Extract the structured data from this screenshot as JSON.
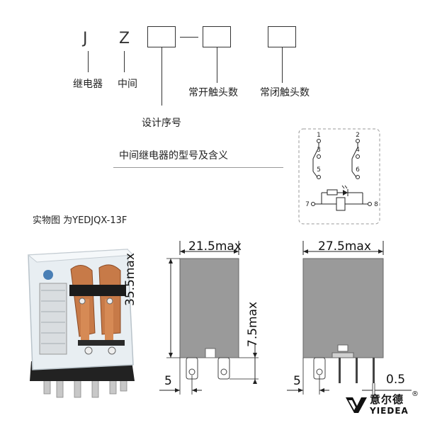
{
  "model_code": {
    "letters": [
      "J",
      "Z"
    ],
    "separator": "—",
    "labels": {
      "relay": "继电器",
      "intermediate": "中间",
      "design_serial": "设计序号",
      "no_contacts": "常开触头数",
      "nc_contacts": "常闭触头数"
    },
    "caption": "中间继电器的型号及含义"
  },
  "schematic": {
    "pins": [
      "1",
      "2",
      "3",
      "4",
      "5",
      "6",
      "7",
      "8"
    ]
  },
  "photo": {
    "caption": "实物图 为YEDJQX-13F"
  },
  "front_view": {
    "width_label": "21.5max",
    "height_label": "35.5max",
    "pin_label": "7.5max",
    "offset_label": "5"
  },
  "side_view": {
    "width_label": "27.5max",
    "offset_label": "5",
    "pin_thickness_label": "0.5"
  },
  "brand": {
    "name_cn": "意尔德",
    "name_en": "YIEDEA",
    "registered": "®"
  }
}
